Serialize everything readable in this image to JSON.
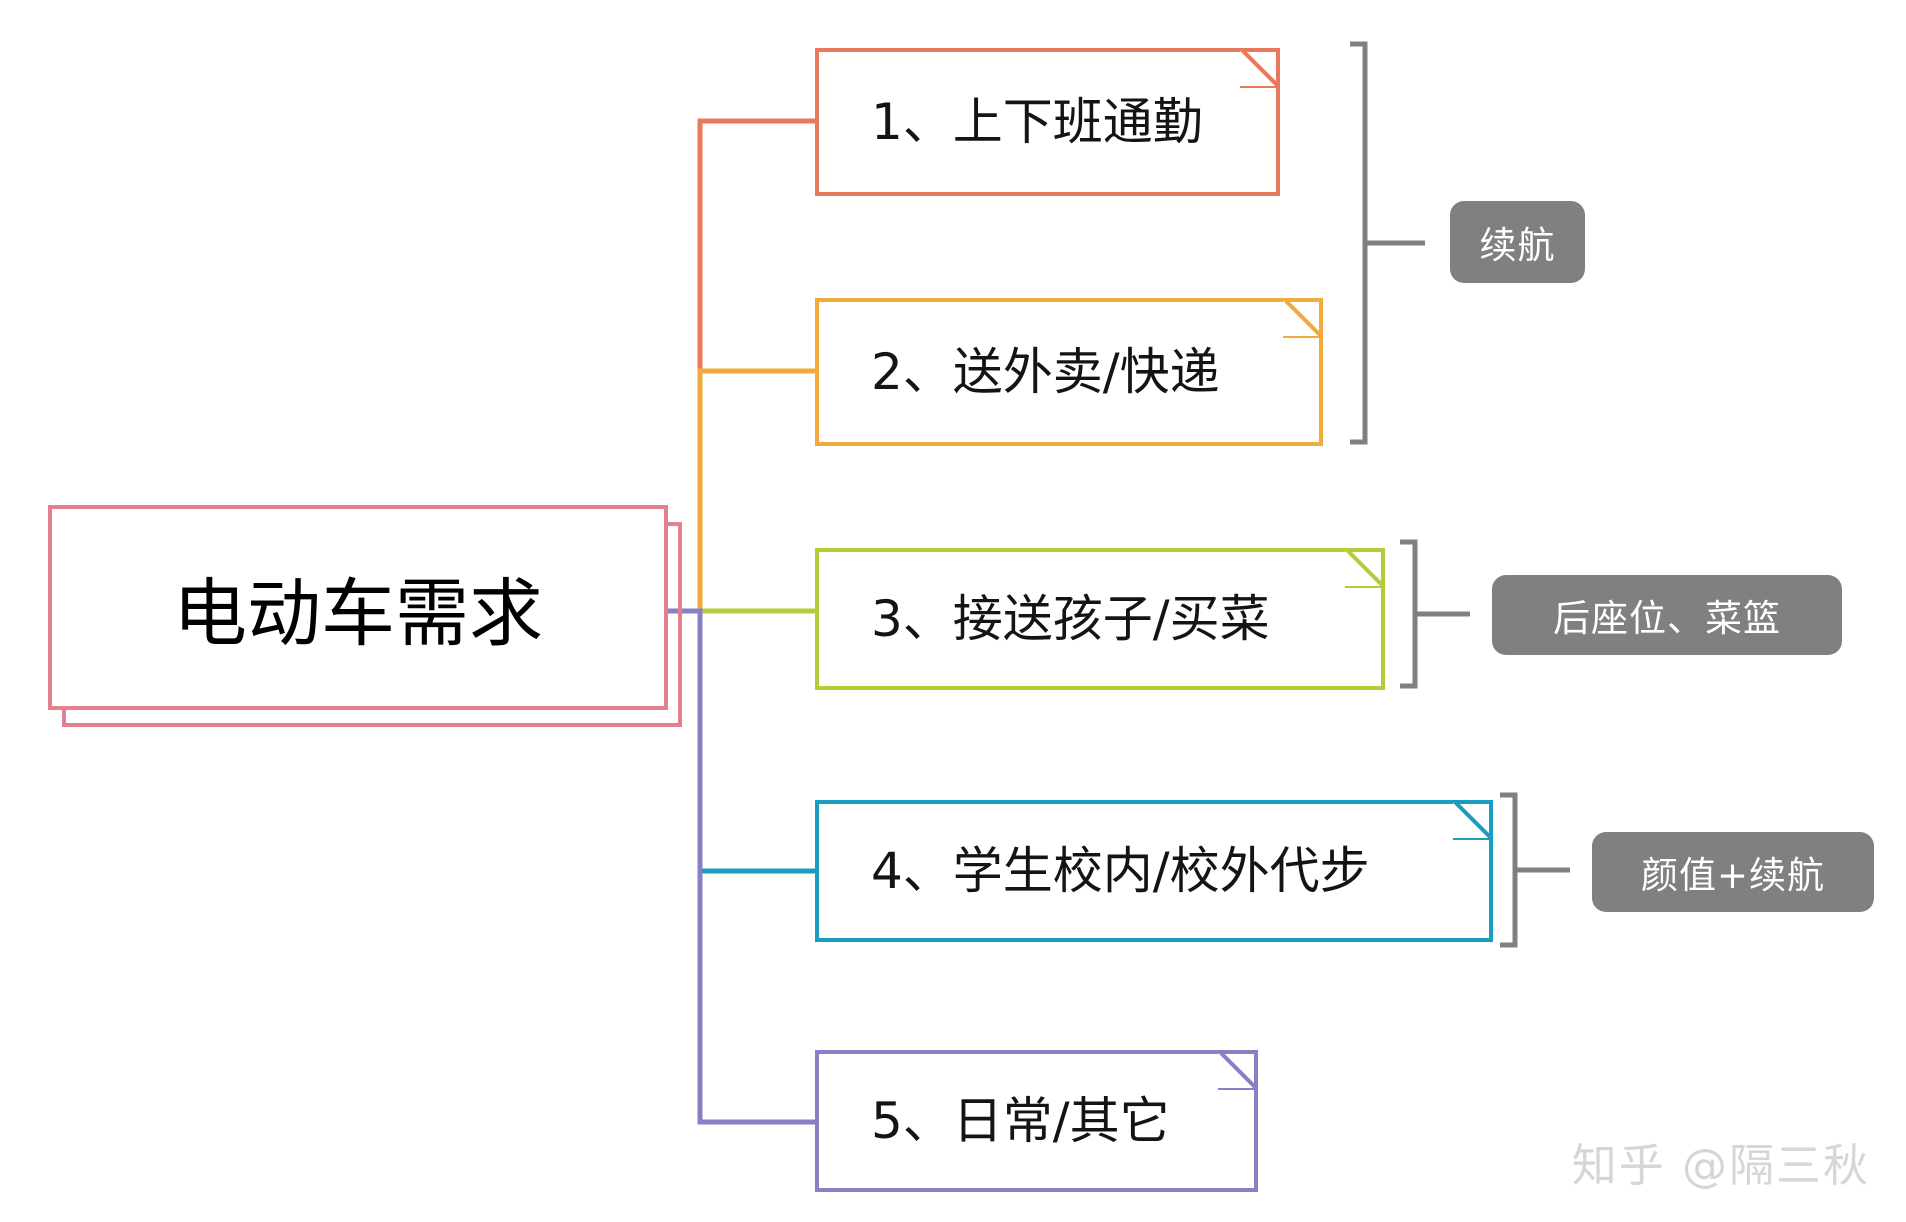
{
  "diagram": {
    "type": "mindmap",
    "title": "电动车需求",
    "watermark": "知乎 @隔三秋",
    "background_color": "#ffffff",
    "root": {
      "label": "电动车需求",
      "border_color": "#e4808e",
      "text_color": "#141414"
    },
    "branches": [
      {
        "index": "1",
        "label": "1、上下班通勤",
        "border_color": "#e8795a",
        "connector_color": "#e8795a"
      },
      {
        "index": "2",
        "label": "2、送外卖/快递",
        "border_color": "#f0ab3c",
        "connector_color": "#f0ab3c"
      },
      {
        "index": "3",
        "label": "3、接送孩子/买菜",
        "border_color": "#b5cc36",
        "connector_color": "#b5cc36"
      },
      {
        "index": "4",
        "label": "4、学生校内/校外代步",
        "border_color": "#1a9dc0",
        "connector_color": "#1a9dc0"
      },
      {
        "index": "5",
        "label": "5、日常/其它",
        "border_color": "#8780c4",
        "connector_color": "#8780c4"
      }
    ],
    "annotations": [
      {
        "label": "续航",
        "covers": [
          "1、上下班通勤",
          "2、送外卖/快递"
        ],
        "badge_color": "#808080",
        "text_color": "#ffffff",
        "bracket_color": "#808080"
      },
      {
        "label": "后座位、菜篮",
        "covers": [
          "3、接送孩子/买菜"
        ],
        "badge_color": "#808080",
        "text_color": "#ffffff",
        "bracket_color": "#808080"
      },
      {
        "label": "颜值+续航",
        "covers": [
          "4、学生校内/校外代步"
        ],
        "badge_color": "#808080",
        "text_color": "#ffffff",
        "bracket_color": "#808080"
      }
    ]
  }
}
